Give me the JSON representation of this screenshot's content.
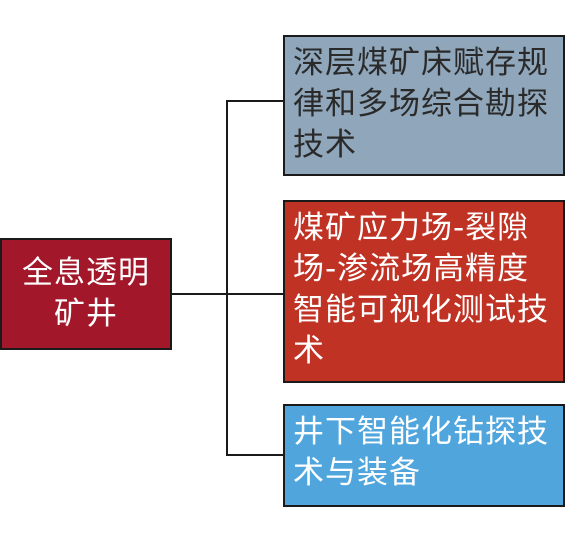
{
  "diagram": {
    "root": {
      "label": "全息透明矿井",
      "color": "#a2182a"
    },
    "children": [
      {
        "label": "深层煤矿床赋存规律和多场综合勘探技术",
        "color": "#8fa6bb"
      },
      {
        "label": "煤矿应力场-裂隙场-渗流场高精度智能可视化测试技术",
        "color": "#bf3224"
      },
      {
        "label": "井下智能化钻探技术与装备",
        "color": "#4fa5dc"
      }
    ]
  }
}
